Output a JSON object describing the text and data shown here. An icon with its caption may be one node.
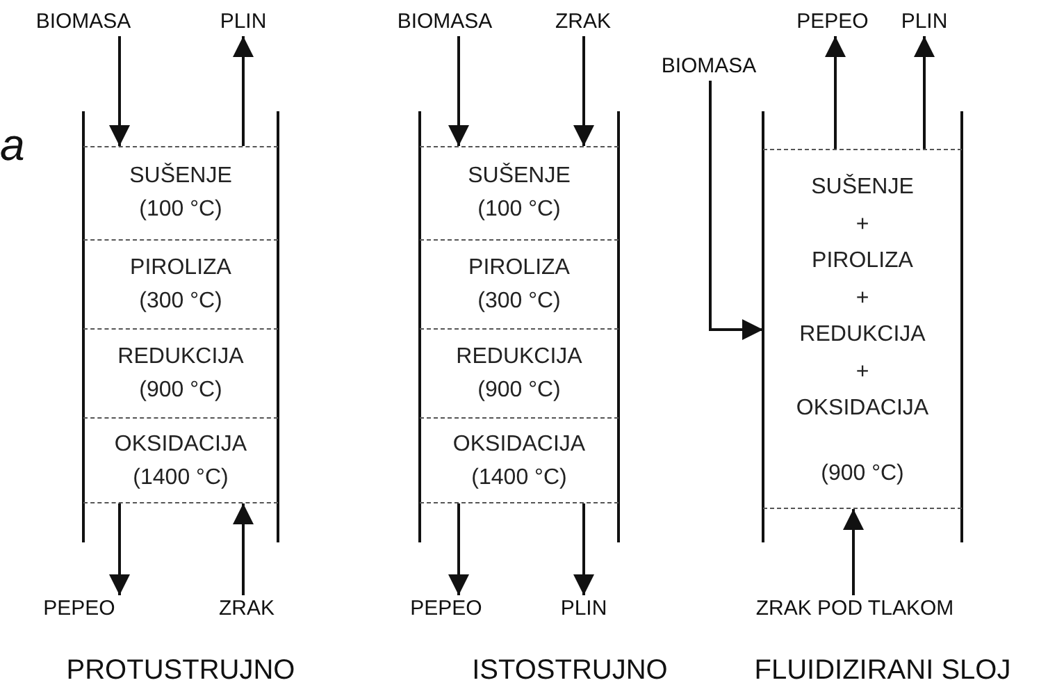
{
  "diagram": {
    "nodes": [
      {
        "text": [],
        "shape": "box"
      },
      {
        "text": [
          "SUŠENJE",
          "(100 °C)"
        ],
        "in": 0
      },
      {
        "text": [
          "PIROLIZA",
          "(300 °C)"
        ],
        "in": 0
      },
      {
        "text": [
          "REDUKCIJA",
          "(900 °C)"
        ],
        "in": 0
      },
      {
        "text": [
          "OKSIDACIJA",
          "(1400 °C)"
        ],
        "in": 0
      },
      {
        "text": [
          "BIOMASA"
        ]
      },
      {
        "text": [
          "PLIN"
        ]
      },
      {
        "text": [
          "PEPEO"
        ]
      },
      {
        "text": [
          "ZRAK"
        ]
      },
      {
        "text": [],
        "shape": "box"
      },
      {
        "text": [
          "SUŠENJE",
          "(100 °C)"
        ],
        "in": 9
      },
      {
        "text": [
          "PIROLIZA",
          "(300 °C)"
        ],
        "in": 9
      },
      {
        "text": [
          "REDUKCIJA",
          "(900 °C)"
        ],
        "in": 9
      },
      {
        "text": [
          "OKSIDACIJA",
          "(1400 °C)"
        ],
        "in": 9
      },
      {
        "text": [
          "BIOMASA"
        ]
      },
      {
        "text": [
          "ZRAK"
        ]
      },
      {
        "text": [
          "PEPEO"
        ]
      },
      {
        "text": [
          "PLIN"
        ]
      },
      {
        "text": [
          "SUŠENJE",
          "+",
          "PIROLIZA",
          "+",
          "REDUKCIJA",
          "+",
          "OKSIDACIJA",
          "(900 °C)"
        ]
      },
      {
        "text": [
          "BIOMASA"
        ]
      },
      {
        "text": [
          "PEPEO"
        ]
      },
      {
        "text": [
          "PLIN"
        ]
      },
      {
        "text": [
          "ZRAK POD TLAKOM"
        ]
      }
    ],
    "edges": [
      {
        "from": 5,
        "to": 0,
        "arrow": "to"
      },
      {
        "from": 0,
        "to": 6,
        "arrow": "to"
      },
      {
        "from": 0,
        "to": 7,
        "arrow": "to"
      },
      {
        "from": 8,
        "to": 0,
        "arrow": "to"
      },
      {
        "from": 14,
        "to": 9,
        "arrow": "to"
      },
      {
        "from": 15,
        "to": 9,
        "arrow": "to"
      },
      {
        "from": 9,
        "to": 16,
        "arrow": "to"
      },
      {
        "from": 9,
        "to": 17,
        "arrow": "to"
      },
      {
        "from": 18,
        "to": 20,
        "arrow": "to"
      },
      {
        "from": 18,
        "to": 21,
        "arrow": "to"
      },
      {
        "from": 19,
        "to": 18,
        "arrow": "to"
      },
      {
        "from": 22,
        "to": 18,
        "arrow": "to"
      }
    ],
    "labels": [
      "a",
      "PROTUSTRUJNO",
      "ISTOSTRUJNO",
      "FLUIDIZIRANI SLOJ"
    ]
  }
}
